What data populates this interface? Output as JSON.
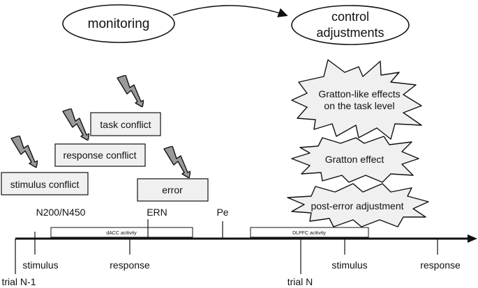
{
  "top": {
    "monitoring": "monitoring",
    "control_line1": "control",
    "control_line2": "adjustments"
  },
  "conflicts": {
    "task": "task conflict",
    "response": "response conflict",
    "stimulus": "stimulus conflict",
    "error": "error"
  },
  "adjustments": {
    "gratton_task_line1": "Gratton-like effects",
    "gratton_task_line2": "on the task level",
    "gratton": "Gratton effect",
    "post_error": "post-error adjustment"
  },
  "erp": {
    "n200": "N200/N450",
    "ern": "ERN",
    "pe": "Pe"
  },
  "activity": {
    "dacc": "dACC acitivity",
    "dlpfc": "DLPFC  acitivity"
  },
  "timeline": {
    "trial_prev": "trial N-1",
    "stimulus1": "stimulus",
    "response1": "response",
    "trial_n": "trial N",
    "stimulus2": "stimulus",
    "response2": "response"
  }
}
